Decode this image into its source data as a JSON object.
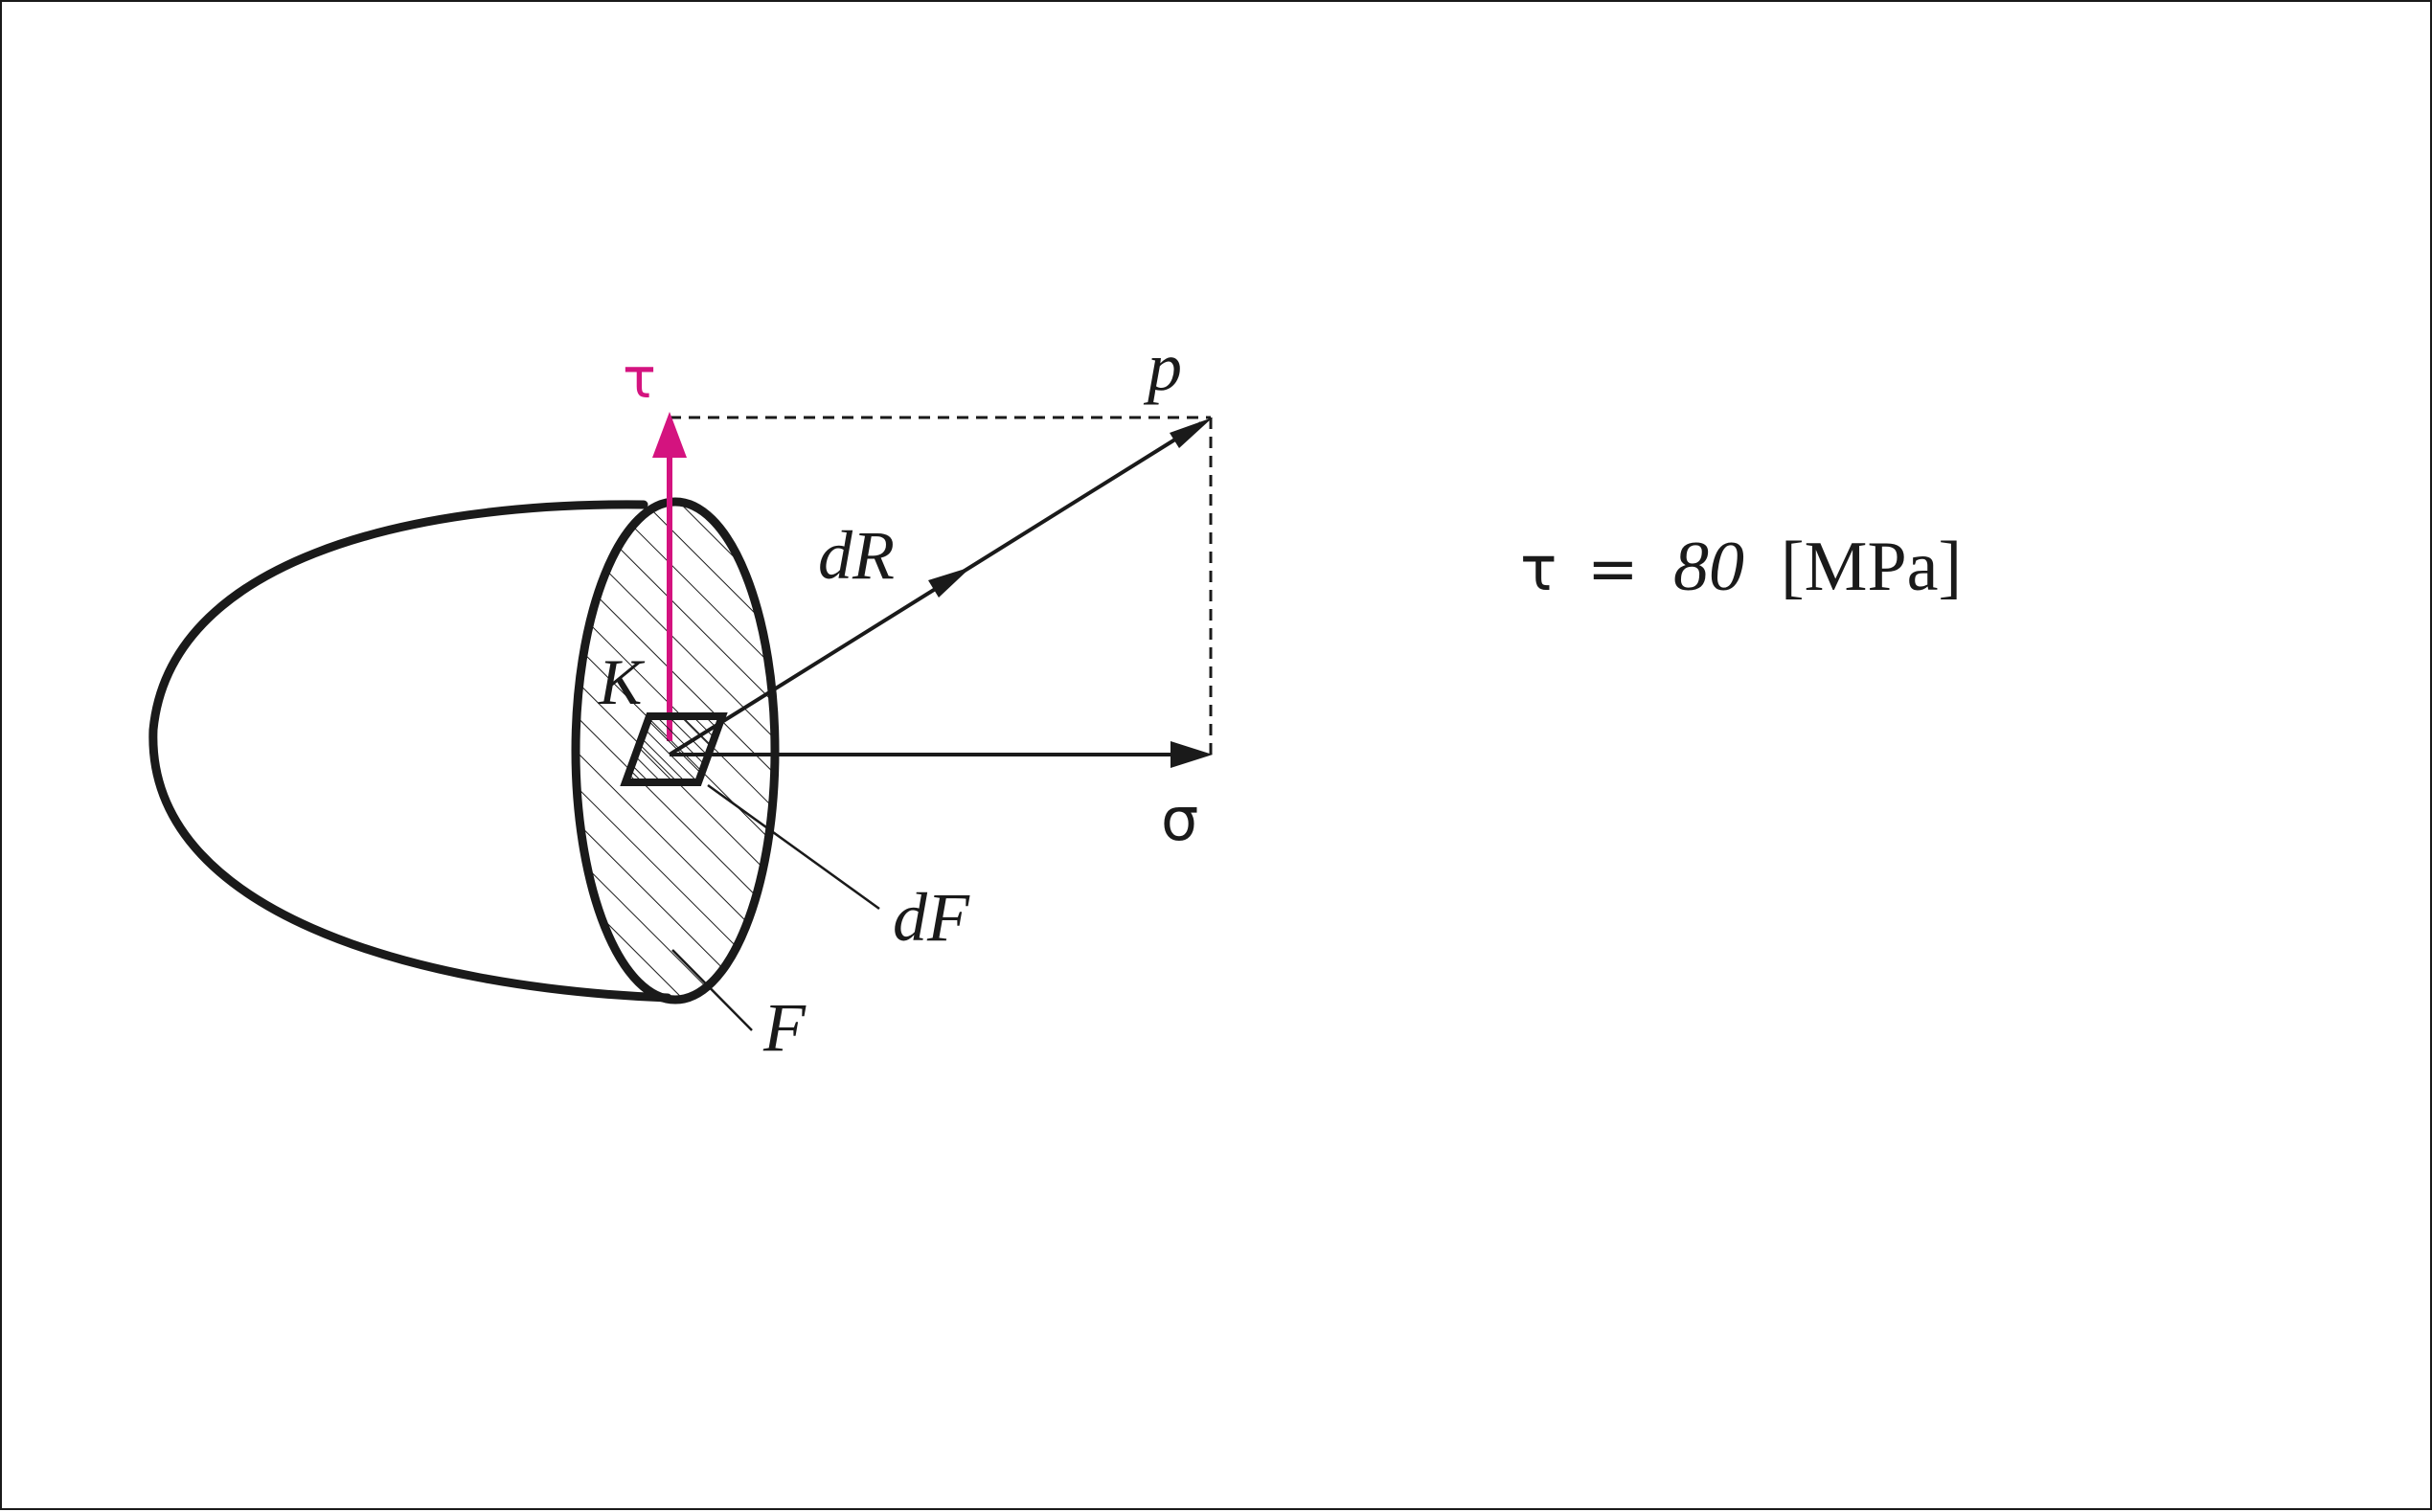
{
  "labels": {
    "tau": "τ",
    "p": "p",
    "dR": "dR",
    "K": "K",
    "sigma": "σ",
    "dF": "dF",
    "F": "F"
  },
  "formula": {
    "symbol": "τ",
    "equals": "=",
    "value": "80",
    "unit": "[MPa]"
  },
  "colors": {
    "tau_arrow": "#d4137f",
    "ink": "#1a1a1a",
    "background": "#ffffff"
  }
}
